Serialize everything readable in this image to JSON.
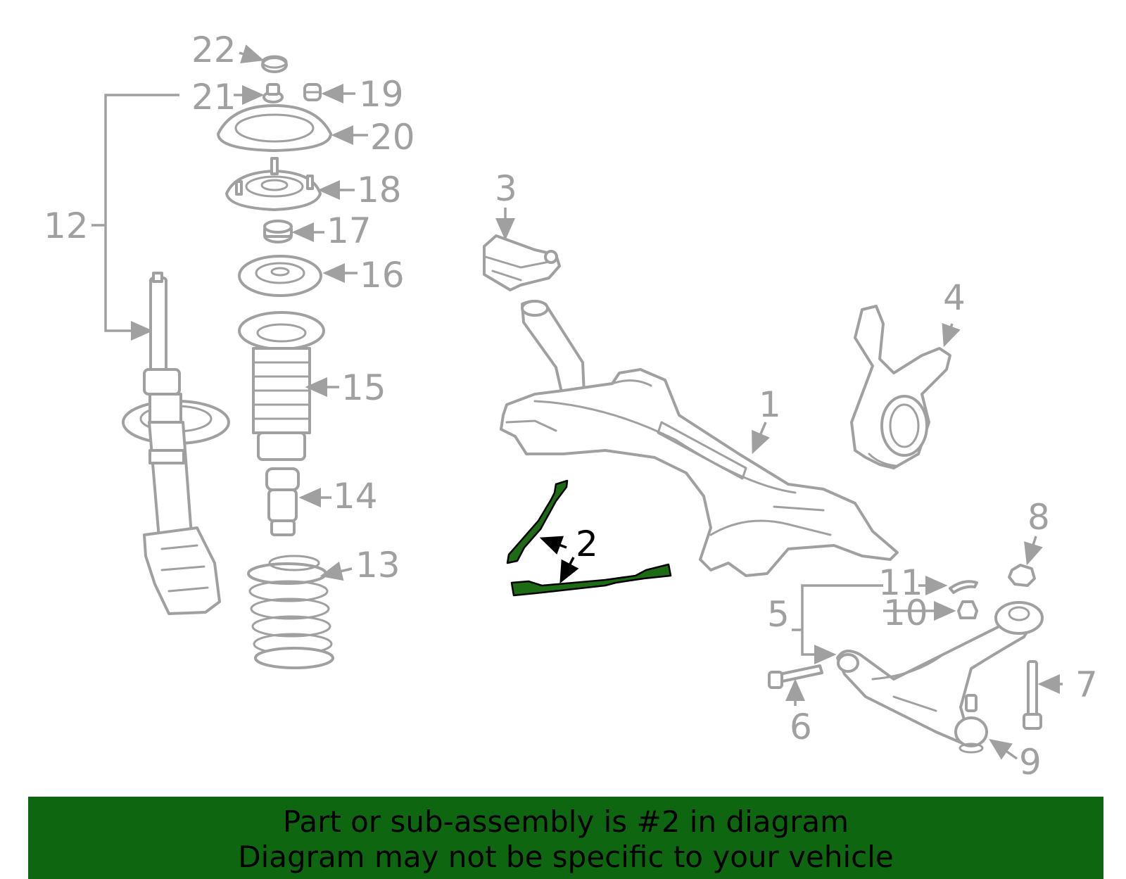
{
  "diagram": {
    "highlight_color": "#1d6b14",
    "highlighted_callout": "2",
    "callouts": {
      "c1": "1",
      "c2": "2",
      "c3": "3",
      "c4": "4",
      "c5": "5",
      "c6": "6",
      "c7": "7",
      "c8": "8",
      "c9": "9",
      "c10": "10",
      "c11": "11",
      "c12": "12",
      "c13": "13",
      "c14": "14",
      "c15": "15",
      "c16": "16",
      "c17": "17",
      "c18": "18",
      "c19": "19",
      "c20": "20",
      "c21": "21",
      "c22": "22"
    }
  },
  "caption": {
    "background_color": "#0f6610",
    "line1": "Part or sub-assembly is #2 in diagram",
    "line2": "Diagram may not be specific to your vehicle"
  }
}
